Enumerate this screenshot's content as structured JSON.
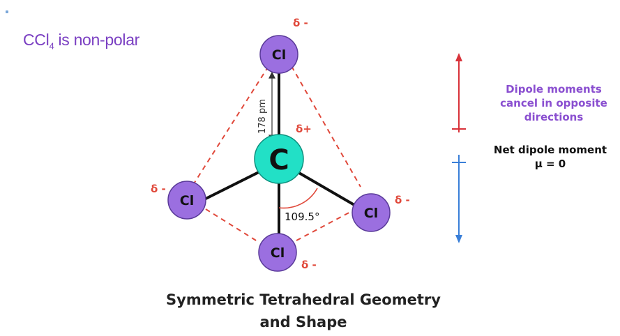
{
  "title": {
    "prefix": "CCl",
    "subscript": "4",
    "suffix": " is non-polar"
  },
  "atoms": {
    "center": "C",
    "top": "Cl",
    "left": "Cl",
    "bottom": "Cl",
    "right": "Cl"
  },
  "charges": {
    "top": "δ -",
    "center": "δ+",
    "left": "δ -",
    "bottom": "δ -",
    "right": "δ -"
  },
  "bond_length": "178 pm",
  "bond_angle": "109.5°",
  "dipole_note": {
    "line1": "Dipole moments",
    "line2": "cancel in opposite",
    "line3": "directions"
  },
  "net_dipole": {
    "line1": "Net dipole moment",
    "line2": "μ = 0"
  },
  "caption": {
    "line1": "Symmetric Tetrahedral Geometry",
    "line2": "and Shape"
  },
  "colors": {
    "chlorine": "#9b6fe0",
    "carbon": "#22e0c6",
    "dashed_edges": "#e0483a",
    "dipole_up": "#d8323a",
    "dipole_down": "#3a7fd8",
    "title": "#7a3fc2"
  }
}
